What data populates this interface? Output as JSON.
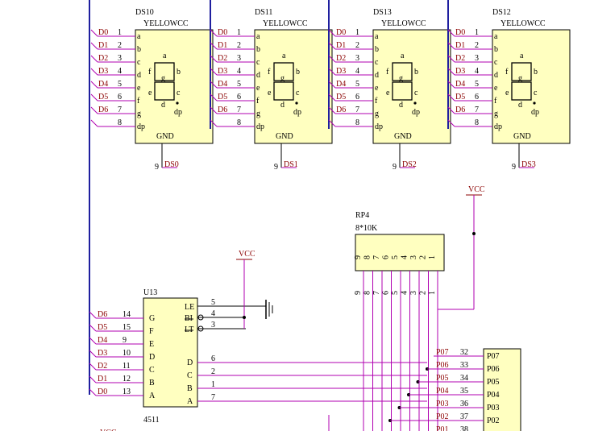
{
  "displays": [
    {
      "ref": "DS10",
      "part": "YELLOWCC",
      "gnd_net": "DS0"
    },
    {
      "ref": "DS11",
      "part": "YELLOWCC",
      "gnd_net": "DS1"
    },
    {
      "ref": "DS13",
      "part": "YELLOWCC",
      "gnd_net": "DS2"
    },
    {
      "ref": "DS12",
      "part": "YELLOWCC",
      "gnd_net": "DS3"
    }
  ],
  "display_pins": {
    "nets": [
      "D0",
      "D1",
      "D2",
      "D3",
      "D4",
      "D5",
      "D6"
    ],
    "numbers": [
      "1",
      "2",
      "3",
      "4",
      "5",
      "6",
      "7",
      "8"
    ],
    "segments": [
      "a",
      "b",
      "c",
      "d",
      "e",
      "f",
      "g",
      "dp"
    ],
    "gnd_label": "GND",
    "gnd_pin": "9",
    "digit_labels": {
      "a": "a",
      "b": "b",
      "c": "c",
      "d": "d",
      "e": "e",
      "f": "f",
      "g": "g",
      "dp": "dp"
    }
  },
  "vcc_label": "VCC",
  "rp4": {
    "ref": "RP4",
    "value": "8*10K",
    "pin_numbers": [
      "9",
      "8",
      "7",
      "6",
      "5",
      "4",
      "3",
      "2",
      "1"
    ]
  },
  "u13": {
    "ref": "U13",
    "part": "4511",
    "left_pins": [
      {
        "net": "D6",
        "num": "14",
        "name": "G"
      },
      {
        "net": "D5",
        "num": "15",
        "name": "F"
      },
      {
        "net": "D4",
        "num": "9",
        "name": "E"
      },
      {
        "net": "D3",
        "num": "10",
        "name": "D"
      },
      {
        "net": "D2",
        "num": "11",
        "name": "C"
      },
      {
        "net": "D1",
        "num": "12",
        "name": "B"
      },
      {
        "net": "D0",
        "num": "13",
        "name": "A"
      }
    ],
    "ctrl_pins": [
      {
        "name": "LE",
        "num": "5"
      },
      {
        "name": "BI",
        "num": "4"
      },
      {
        "name": "LT",
        "num": "3"
      }
    ],
    "right_pins": [
      {
        "name": "D",
        "num": "6"
      },
      {
        "name": "C",
        "num": "2"
      },
      {
        "name": "B",
        "num": "1"
      },
      {
        "name": "A",
        "num": "7"
      }
    ]
  },
  "port": {
    "nets": [
      "P07",
      "P06",
      "P05",
      "P04",
      "P03",
      "P02",
      "P01"
    ],
    "nums": [
      "32",
      "33",
      "34",
      "35",
      "36",
      "37",
      "38"
    ],
    "names": [
      "P07",
      "P06",
      "P05",
      "P04",
      "P03",
      "P02"
    ]
  },
  "bottom_fragment": "VCC"
}
